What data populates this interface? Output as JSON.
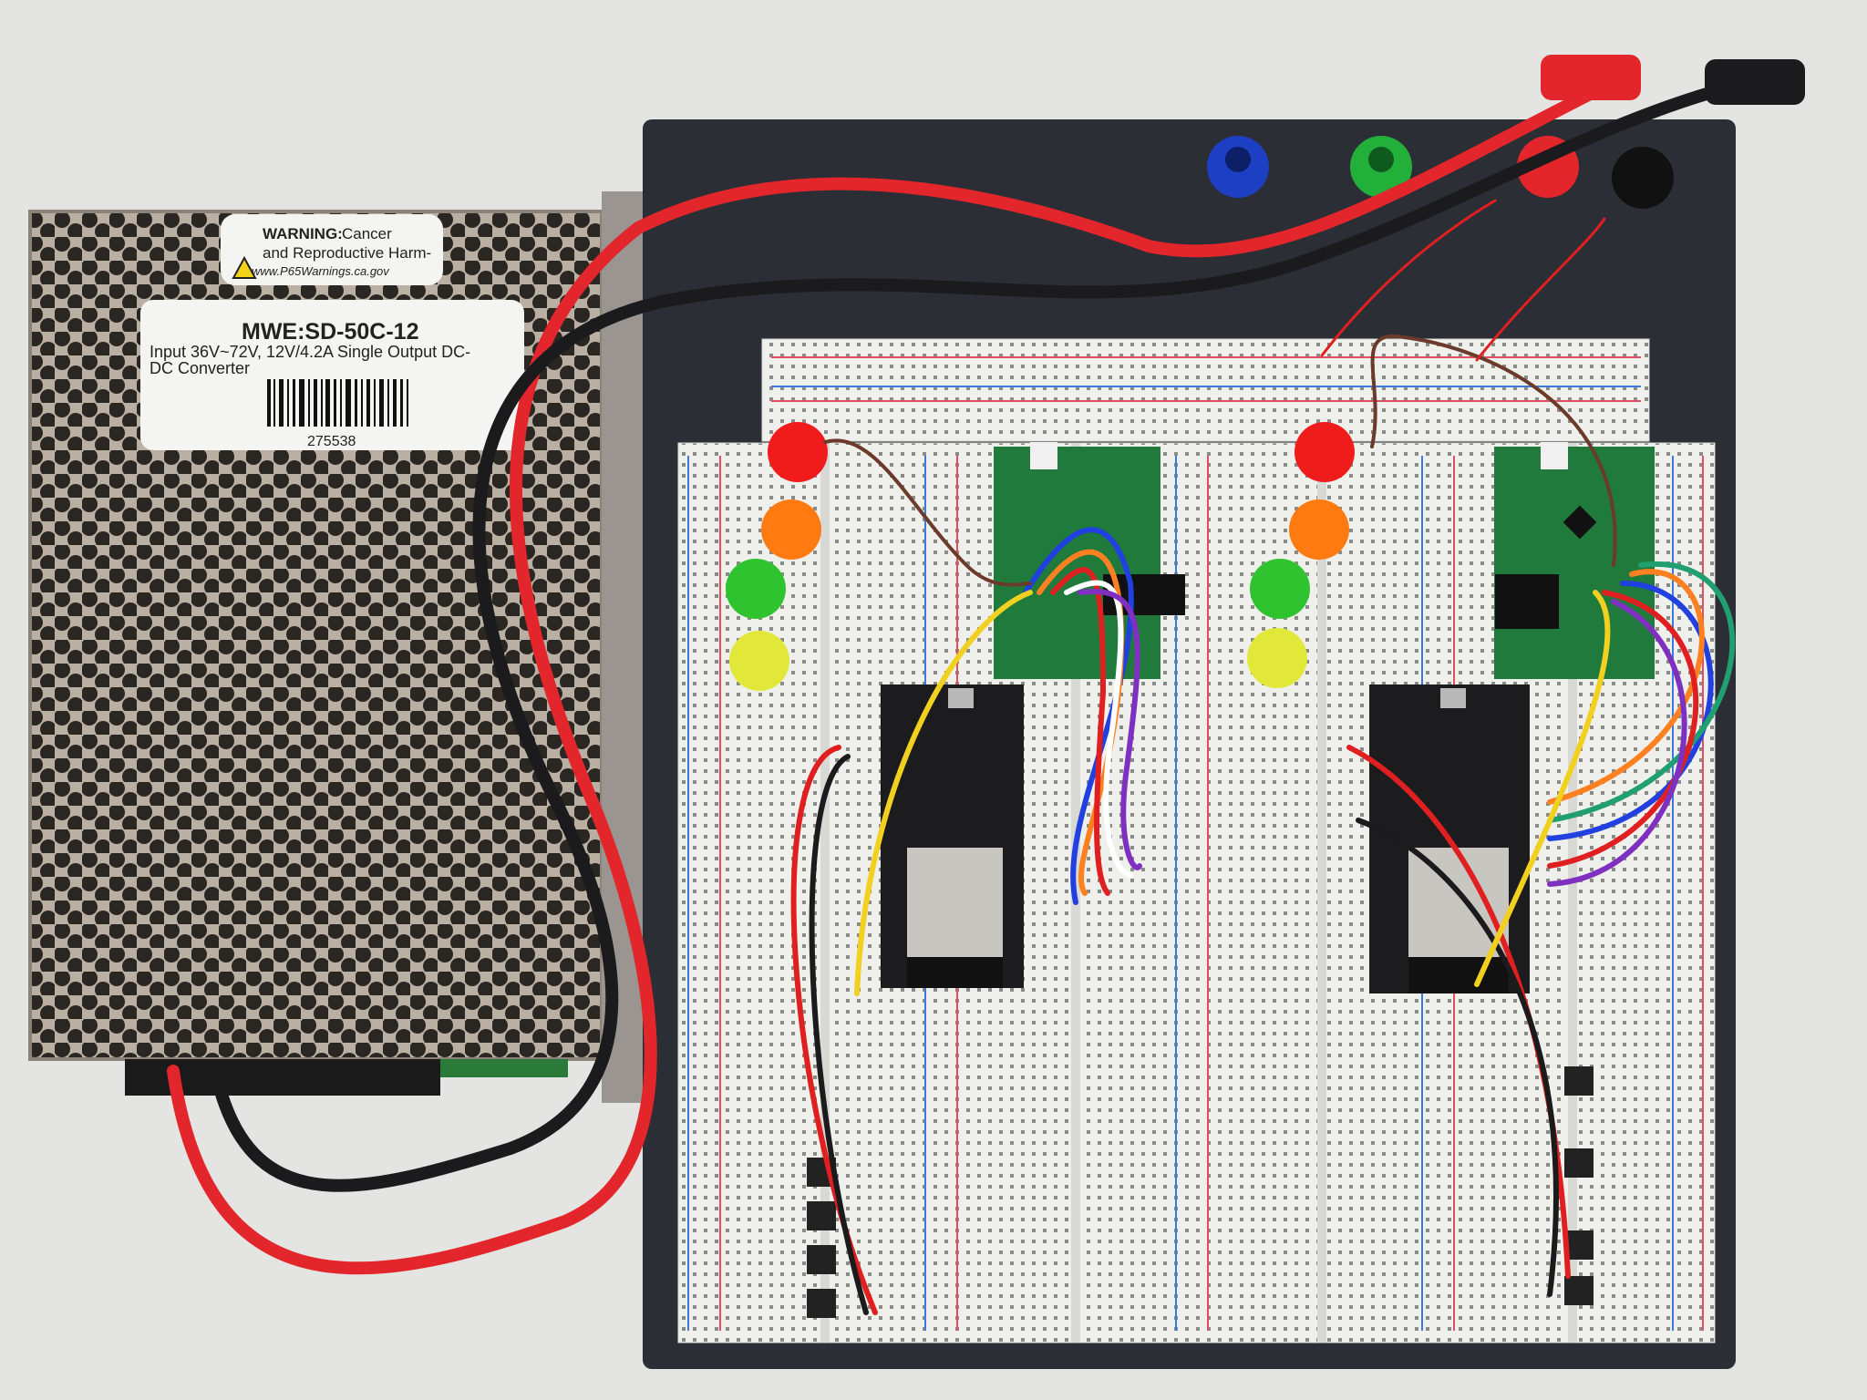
{
  "warning_label": {
    "title": "WARNING:",
    "line1_rest": " Cancer",
    "line2": "and Reproductive Harm-",
    "line3": "www.P65Warnings.ca.gov",
    "icon": "warning-triangle-icon"
  },
  "product_label": {
    "model": "MWE:SD-50C-12",
    "description_line1": "Input 36V~72V, 12V/4.2A Single Output DC-",
    "description_line2": "DC Converter",
    "serial": "275538"
  },
  "colors": {
    "background": "#e4e4e2",
    "psu_metal": "#b9afa2",
    "board_base": "#2b2e34",
    "breadboard": "#efefeb",
    "wire_red": "#e3262b",
    "wire_black": "#1b1b1d",
    "post_blue": "#1c3fc4",
    "post_green": "#22b03a",
    "post_red": "#e2262b",
    "pcb_green": "#1f7a3c",
    "esp32_black": "#1c1c1e"
  },
  "leds_left": [
    "red",
    "orange",
    "green",
    "yellow"
  ],
  "leds_right": [
    "red",
    "orange",
    "green",
    "yellow"
  ],
  "binding_posts": [
    "blue",
    "green",
    "red",
    "black"
  ]
}
